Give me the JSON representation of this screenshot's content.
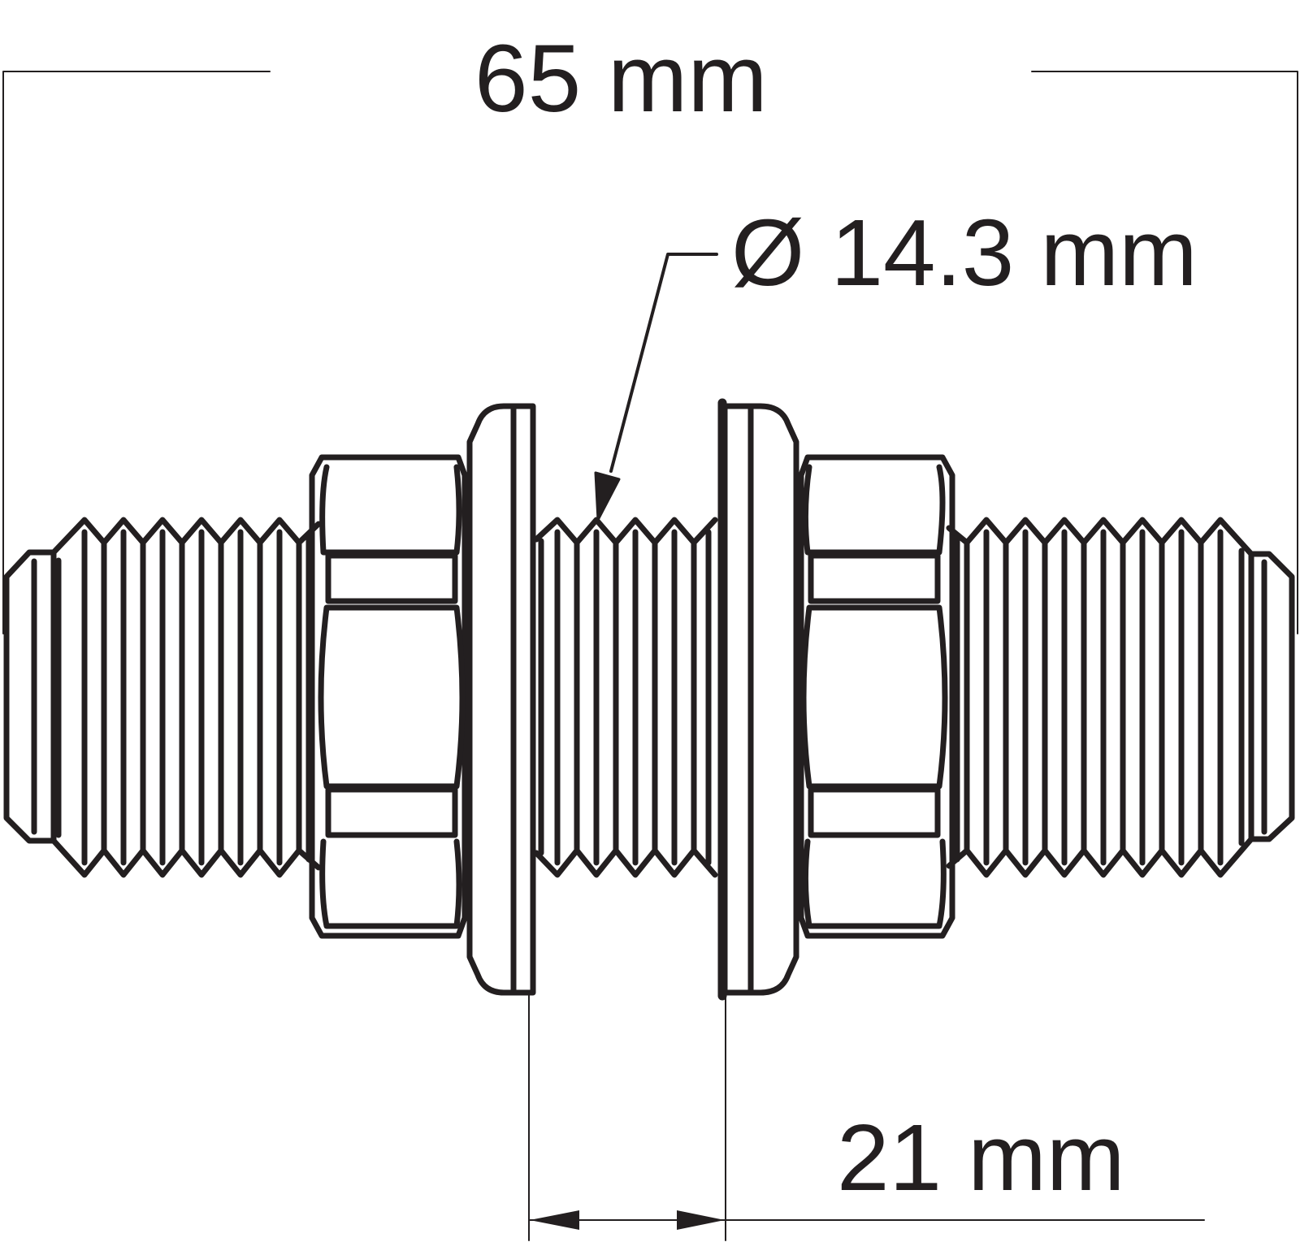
{
  "dimensions": {
    "overall_length": "65 mm",
    "thread_diameter": "Ø 14.3 mm",
    "panel_gap": "21 mm"
  },
  "colors": {
    "line": "#231f20",
    "background": "#ffffff"
  }
}
